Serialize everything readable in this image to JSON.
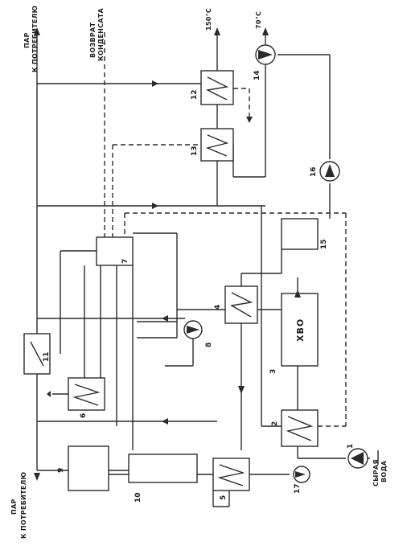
{
  "texts": {
    "steam_top_1": "ПАР",
    "steam_top_2": "К ПОТРЕБИТЕЛЮ",
    "steam_bot_1": "ПАР",
    "steam_bot_2": "К ПОТРЕБИТЕЛЮ",
    "return_1": "ВОЗВРАТ",
    "return_2": "КОНДЕНСАТА",
    "temp_150": "150°С",
    "temp_70": "70°С",
    "raw_1": "СЫРАЯ",
    "raw_2": "ВОДА",
    "xbo": "ХВО"
  },
  "nodes": {
    "n1": "1",
    "n2": "2",
    "n3": "3",
    "n4": "4",
    "n5": "5",
    "n6": "6",
    "n7": "7",
    "n8": "8",
    "n9": "9",
    "n10": "10",
    "n11": "11",
    "n12": "12",
    "n13": "13",
    "n14": "14",
    "n15": "15",
    "n16": "16",
    "n17": "17"
  },
  "colors": {
    "ink": "#2a2a2a",
    "paper": "#ffffff"
  }
}
